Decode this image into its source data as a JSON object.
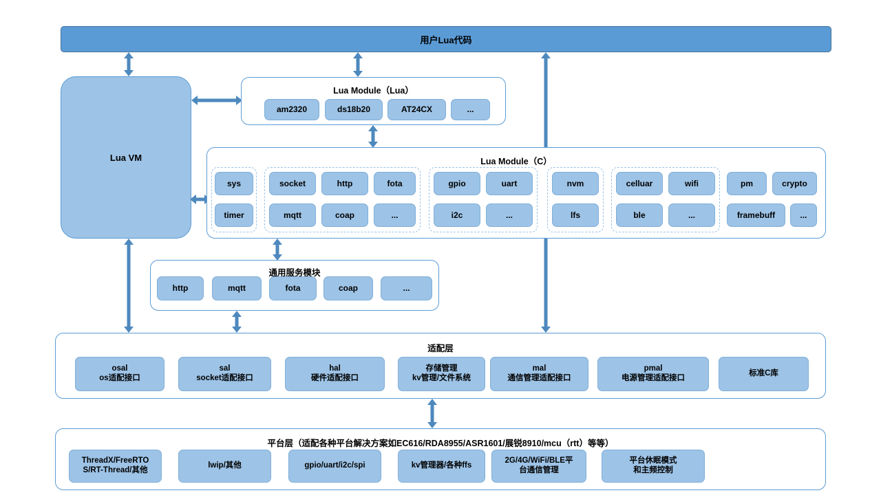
{
  "diagram": {
    "title_bar": {
      "label": "用户Lua代码"
    },
    "vm": {
      "label": "Lua VM"
    },
    "lua_module_lua": {
      "title": "Lua Module（Lua）",
      "chips": [
        "am2320",
        "ds18b20",
        "AT24CX",
        "..."
      ]
    },
    "lua_module_c": {
      "title": "Lua Module（C）",
      "groups": [
        {
          "dashed": true,
          "cols": 1,
          "rows": [
            [
              "sys"
            ],
            [
              "timer"
            ]
          ]
        },
        {
          "dashed": true,
          "cols": 3,
          "rows": [
            [
              "socket",
              "http",
              "fota"
            ],
            [
              "mqtt",
              "coap",
              "..."
            ]
          ]
        },
        {
          "dashed": true,
          "cols": 2,
          "rows": [
            [
              "gpio",
              "uart"
            ],
            [
              "i2c",
              "..."
            ]
          ]
        },
        {
          "dashed": true,
          "cols": 1,
          "rows": [
            [
              "nvm"
            ],
            [
              "lfs"
            ]
          ]
        },
        {
          "dashed": true,
          "cols": 2,
          "rows": [
            [
              "celluar",
              "wifi"
            ],
            [
              "ble",
              "..."
            ]
          ]
        },
        {
          "dashed": false,
          "cols": 2,
          "rows": [
            [
              "pm",
              "crypto"
            ],
            [
              "framebuff",
              "..."
            ]
          ]
        }
      ]
    },
    "common_service": {
      "title": "通用服务模块",
      "chips": [
        "http",
        "mqtt",
        "fota",
        "coap",
        "..."
      ]
    },
    "adaptation_layer": {
      "title": "适配层",
      "chips": [
        {
          "line1": "osal",
          "line2": "os适配接口"
        },
        {
          "line1": "sal",
          "line2": "socket适配接口"
        },
        {
          "line1": "hal",
          "line2": "硬件适配接口"
        },
        {
          "line1": "存储管理",
          "line2": "kv管理/文件系统"
        },
        {
          "line1": "mal",
          "line2": "通信管理适配接口"
        },
        {
          "line1": "pmal",
          "line2": "电源管理适配接口"
        },
        {
          "line1": "标准C库",
          "line2": ""
        }
      ]
    },
    "platform_layer": {
      "title": "平台层（适配各种平台解决方案如EC616/RDA8955/ASR1601/展锐8910/mcu（rtt）等等）",
      "chips": [
        {
          "line1": "ThreadX/FreeRTO",
          "line2": "S/RT-Thread/其他"
        },
        {
          "line1": "lwip/其他",
          "line2": ""
        },
        {
          "line1": "gpio/uart/i2c/spi",
          "line2": ""
        },
        {
          "line1": "kv管理器/各种ffs",
          "line2": ""
        },
        {
          "line1": "2G/4G/WiFi/BLE平",
          "line2": "台通信管理"
        },
        {
          "line1": "平台休眠模式",
          "line2": "和主频控制"
        }
      ]
    },
    "colors": {
      "accent_dark": "#5B9BD5",
      "accent_light": "#9DC3E6",
      "arrow": "#4E89BE",
      "panel_border": "#5B9BD5",
      "dashed_border": "#9DC3E6"
    }
  }
}
